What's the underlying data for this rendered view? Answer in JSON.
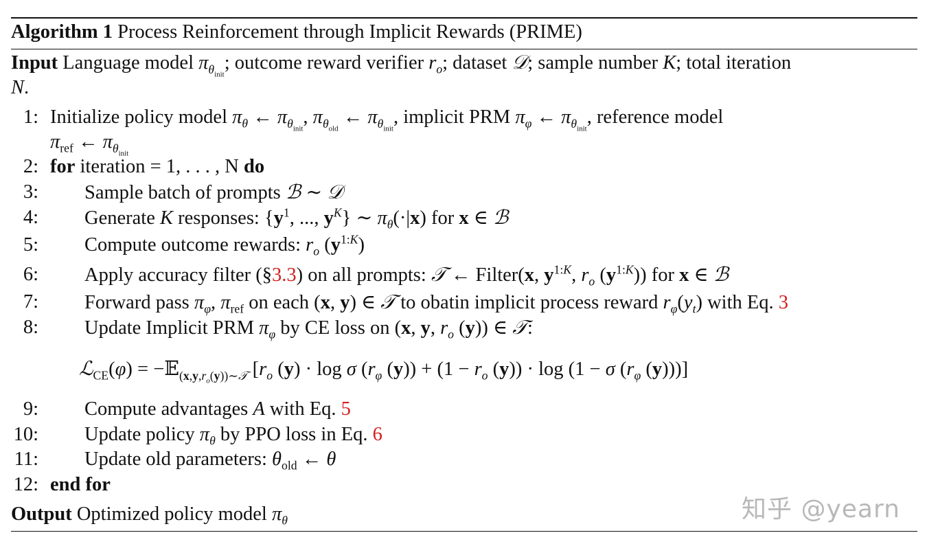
{
  "algorithm": {
    "label": "Algorithm 1",
    "title": "Process Reinforcement through Implicit Rewards (PRIME)",
    "input_label": "Input",
    "input_text": "Language model π_θinit; outcome reward verifier r_o; dataset 𝒟; sample number K; total iteration N.",
    "output_label": "Output",
    "output_text": "Optimized policy model π_θ",
    "steps": [
      {
        "n": "1:",
        "text": "Initialize policy model π_θ ← π_θinit, π_θold ← π_θinit, implicit PRM π_φ ← π_θinit, reference model π_ref ← π_θinit"
      },
      {
        "n": "2:",
        "text": "for iteration = 1, …, N do"
      },
      {
        "n": "3:",
        "text": "Sample batch of prompts ℬ ∼ 𝒟"
      },
      {
        "n": "4:",
        "text": "Generate K responses: {y^1, ..., y^K} ∼ π_θ(·|x) for x ∈ ℬ"
      },
      {
        "n": "5:",
        "text": "Compute outcome rewards: r_o(y^{1:K})"
      },
      {
        "n": "6:",
        "text": "Apply accuracy filter (§3.3) on all prompts: 𝒯 ← Filter(x, y^{1:K}, r_o(y^{1:K})) for x ∈ ℬ"
      },
      {
        "n": "7:",
        "text": "Forward pass π_φ, π_ref on each (x, y) ∈ 𝒯 to obatin implicit process reward r_φ(y_t) with Eq. 3"
      },
      {
        "n": "8:",
        "text": "Update Implicit PRM π_φ by CE loss on (x, y, r_o(y)) ∈ 𝒯:"
      },
      {
        "n": "9:",
        "text": "Compute advantages A with Eq. 5"
      },
      {
        "n": "10:",
        "text": "Update policy π_θ by PPO loss in Eq. 6"
      },
      {
        "n": "11:",
        "text": "Update old parameters: θ_old ← θ"
      },
      {
        "n": "12:",
        "text": "end for"
      }
    ],
    "equation": "ℒ_CE(φ) = −𝔼_(x,y,r_o(y))∼𝒯 [r_o(y) · log σ(r_φ(y)) + (1 − r_o(y)) · log(1 − σ(r_φ(y)))]",
    "refs": {
      "section": "§3.3",
      "eq3": "3",
      "eq5": "5",
      "eq6": "6"
    },
    "ref_color": "#d42020"
  },
  "watermark": "知乎 @yearn"
}
